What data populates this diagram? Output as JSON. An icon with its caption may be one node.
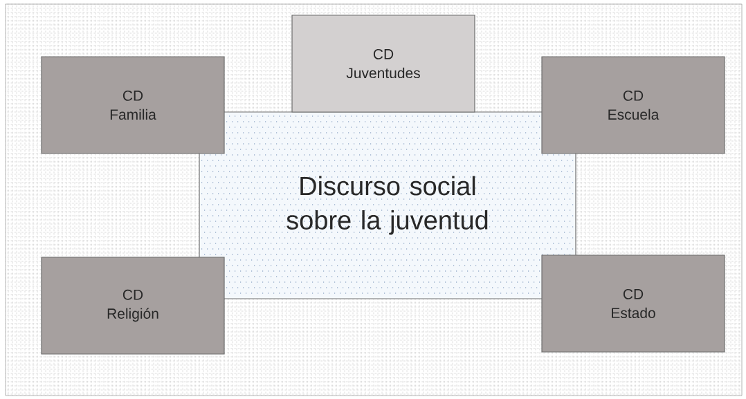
{
  "diagram": {
    "nodes": [
      {
        "text": [
          "Discurso social sobre la juventud"
        ]
      },
      {
        "text": [
          "CD Juventudes"
        ]
      },
      {
        "text": [
          "CD Familia"
        ]
      },
      {
        "text": [
          "CD Escuela"
        ]
      },
      {
        "text": [
          "CD Religión"
        ]
      },
      {
        "text": [
          "CD Estado"
        ]
      }
    ]
  }
}
